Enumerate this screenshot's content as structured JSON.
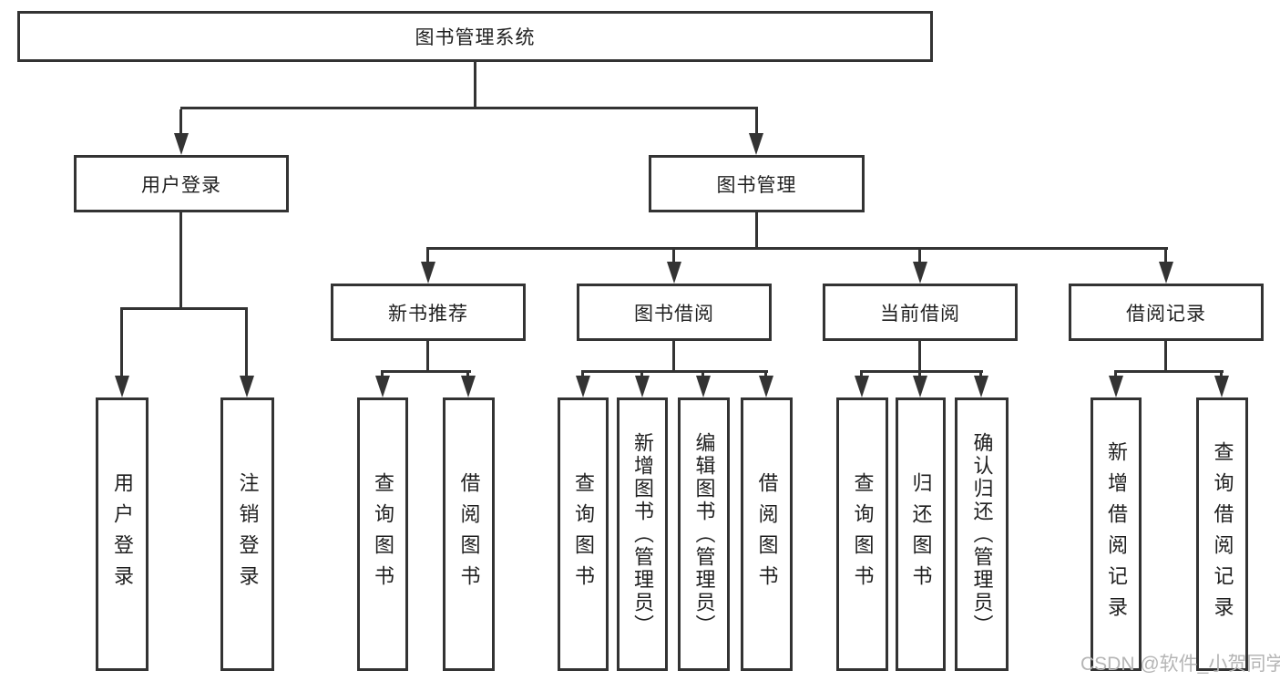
{
  "diagram_title": "图书管理系统",
  "nodes": {
    "root": {
      "label": "图书管理系统"
    },
    "level2": [
      {
        "label": "用户登录"
      },
      {
        "label": "图书管理"
      }
    ],
    "level3": [
      {
        "label": "新书推荐",
        "parent": "图书管理"
      },
      {
        "label": "图书借阅",
        "parent": "图书管理"
      },
      {
        "label": "当前借阅",
        "parent": "图书管理"
      },
      {
        "label": "借阅记录",
        "parent": "图书管理"
      }
    ],
    "leaves": [
      {
        "label": "用户登录",
        "parent": "用户登录"
      },
      {
        "label": "注销登录",
        "parent": "用户登录"
      },
      {
        "label": "查询图书",
        "parent": "新书推荐"
      },
      {
        "label": "借阅图书",
        "parent": "新书推荐"
      },
      {
        "label": "查询图书",
        "parent": "图书借阅"
      },
      {
        "label": "新增图书（管理员）",
        "parent": "图书借阅"
      },
      {
        "label": "编辑图书（管理员）",
        "parent": "图书借阅"
      },
      {
        "label": "借阅图书",
        "parent": "图书借阅"
      },
      {
        "label": "查询图书",
        "parent": "当前借阅"
      },
      {
        "label": "归还图书",
        "parent": "当前借阅"
      },
      {
        "label": "确认归还（管理员）",
        "parent": "当前借阅"
      },
      {
        "label": "新增借阅记录",
        "parent": "借阅记录"
      },
      {
        "label": "查询借阅记录",
        "parent": "借阅记录"
      }
    ]
  },
  "watermark": "CSDN @软件_小贺同学",
  "colors": {
    "line": "#333333",
    "text": "#1f1f1f",
    "watermark": "#b5b5b5"
  }
}
